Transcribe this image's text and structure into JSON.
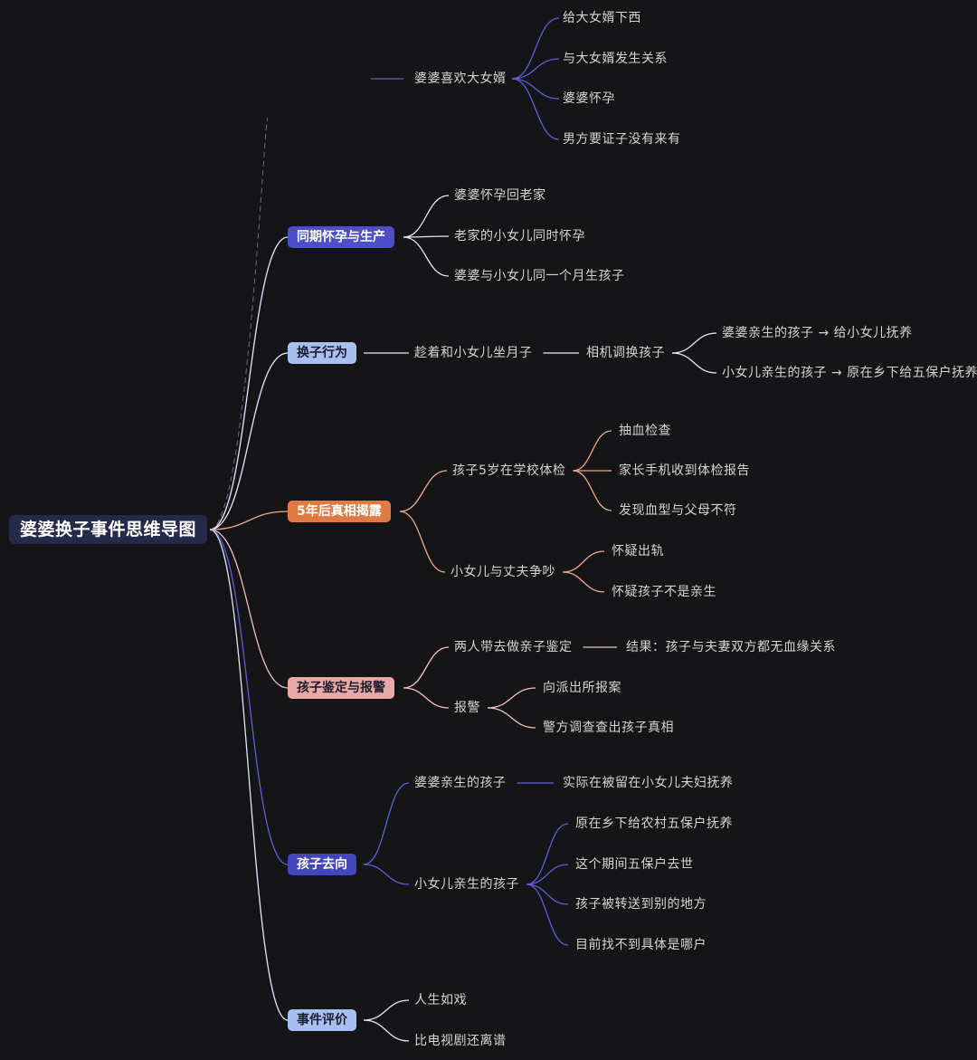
{
  "root": {
    "label": "婆婆换子事件思维导图"
  },
  "colors": {
    "blue_line": "#5b5fd6",
    "light_line": "#e6e6ff",
    "orange_line": "#f0a987",
    "pink_line": "#f2c3c0",
    "branch_pregnancy": "#4c4fc7",
    "branch_swap": "#a9bff2",
    "branch_discovery": "#df7a45",
    "branch_reaction": "#e9aaa6",
    "branch_whereabouts": "#4346b8",
    "branch_commentary": "#a9bff2"
  },
  "topics": [
    {
      "id": "t0",
      "label": "婆婆喜欢大女婿",
      "pill": false,
      "children": [
        {
          "label": "给大女婿下西"
        },
        {
          "label": "与大女婿发生关系"
        },
        {
          "label": "婆婆怀孕"
        },
        {
          "label": "男方要证子没有来有"
        }
      ]
    },
    {
      "id": "t1",
      "label": "同期怀孕与生产",
      "pill": true,
      "children": [
        {
          "label": "婆婆怀孕回老家"
        },
        {
          "label": "老家的小女儿同时怀孕"
        },
        {
          "label": "婆婆与小女儿同一个月生孩子"
        }
      ]
    },
    {
      "id": "t2",
      "label": "换子行为",
      "pill": true,
      "children": [
        {
          "label": "趁着和小女儿坐月子",
          "children": [
            {
              "label": "相机调换孩子",
              "children": [
                {
                  "label": "婆婆亲生的孩子 → 给小女儿抚养"
                },
                {
                  "label": "小女儿亲生的孩子 → 原在乡下给五保户抚养"
                }
              ]
            }
          ]
        }
      ]
    },
    {
      "id": "t3",
      "label": "5年后真相揭露",
      "pill": true,
      "children": [
        {
          "label": "孩子5岁在学校体检",
          "children": [
            {
              "label": "抽血检查"
            },
            {
              "label": "家长手机收到体检报告"
            },
            {
              "label": "发现血型与父母不符"
            }
          ]
        },
        {
          "label": "小女儿与丈夫争吵",
          "children": [
            {
              "label": "怀疑出轨"
            },
            {
              "label": "怀疑孩子不是亲生"
            }
          ]
        }
      ]
    },
    {
      "id": "t4",
      "label": "孩子鉴定与报警",
      "pill": true,
      "children": [
        {
          "label": "两人带去做亲子鉴定",
          "children": [
            {
              "label": "结果：孩子与夫妻双方都无血缘关系"
            }
          ]
        },
        {
          "label": "报警",
          "children": [
            {
              "label": "向派出所报案"
            },
            {
              "label": "警方调查查出孩子真相"
            }
          ]
        }
      ]
    },
    {
      "id": "t5",
      "label": "孩子去向",
      "pill": true,
      "children": [
        {
          "label": "婆婆亲生的孩子",
          "children": [
            {
              "label": "实际在被留在小女儿夫妇抚养"
            }
          ]
        },
        {
          "label": "小女儿亲生的孩子",
          "children": [
            {
              "label": "原在乡下给农村五保户抚养"
            },
            {
              "label": "这个期间五保户去世"
            },
            {
              "label": "孩子被转送到别的地方"
            },
            {
              "label": "目前找不到具体是哪户"
            }
          ]
        }
      ]
    },
    {
      "id": "t6",
      "label": "事件评价",
      "pill": true,
      "children": [
        {
          "label": "人生如戏"
        },
        {
          "label": "比电视剧还离谱"
        }
      ]
    }
  ]
}
